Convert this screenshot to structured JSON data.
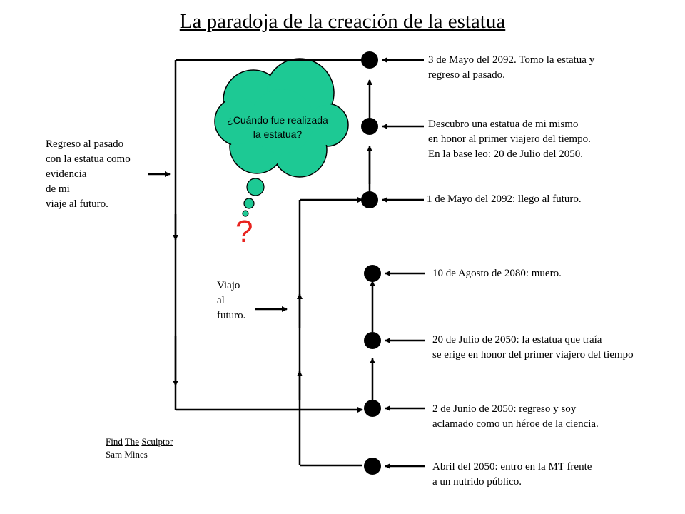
{
  "title": "La paradoja de la creación de la estatua",
  "colors": {
    "cloud_fill": "#1dc994",
    "question_mark": "#e8231f",
    "line": "#000000"
  },
  "events": [
    {
      "id": "2092-05-03",
      "lines": [
        "3 de Mayo del 2092. Tomo la estatua y",
        "regreso al pasado."
      ]
    },
    {
      "id": "2092-statue",
      "lines": [
        "Descubro una estatua de mi mismo",
        "en honor al primer viajero del tiempo.",
        "En la base leo: 20 de Julio del 2050."
      ]
    },
    {
      "id": "2092-05-01",
      "lines": [
        "1 de Mayo del 2092: llego al futuro."
      ]
    },
    {
      "id": "2080-08-10",
      "lines": [
        "10 de Agosto de 2080: muero."
      ]
    },
    {
      "id": "2050-07-20",
      "lines": [
        "20 de Julio de 2050: la estatua que traía",
        "se erige en honor del primer viajero del tiempo"
      ]
    },
    {
      "id": "2050-06-02",
      "lines": [
        "2 de Junio de 2050: regreso y soy",
        "aclamado como un héroe de la ciencia."
      ]
    },
    {
      "id": "2050-04",
      "lines": [
        "Abril del 2050: entro en la MT frente",
        "a un nutrido público."
      ]
    }
  ],
  "left_note": {
    "lines": [
      "Regreso al pasado",
      "con la estatua como",
      "evidencia",
      "de mi",
      "viaje al futuro."
    ]
  },
  "travel_note": {
    "lines": [
      "Viajo",
      "al",
      "futuro."
    ]
  },
  "thought": {
    "text_lines": [
      "¿Cuándo fue realizada",
      "la estatua?"
    ],
    "question_mark": "?"
  },
  "credit": {
    "title_words": [
      "Find",
      "The",
      "Sculptor"
    ],
    "author": "Sam Mines"
  }
}
